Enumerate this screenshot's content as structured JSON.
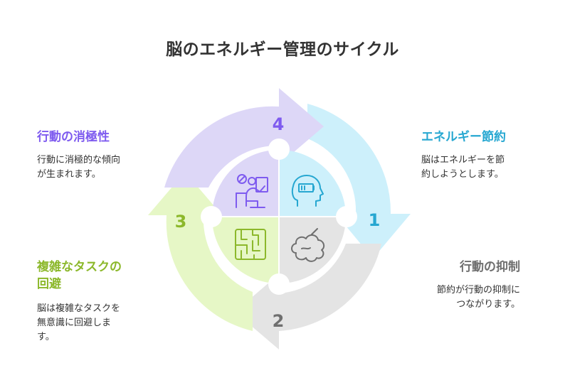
{
  "title": "脳のエネルギー管理のサイクル",
  "colors": {
    "purple": "#7e5bef",
    "blue": "#26a7d1",
    "gray": "#6f6f6f",
    "green": "#8cb82b",
    "purple_fill": "#ddd7f7",
    "blue_fill": "#cdf0fb",
    "gray_fill": "#e4e4e4",
    "green_fill": "#e6f7c6"
  },
  "steps": [
    {
      "number": "1",
      "heading": "エネルギー節約",
      "description": "脳はエネルギーを節\n約しようとします。",
      "icon": "brain-battery-icon"
    },
    {
      "number": "2",
      "heading": "行動の抑制",
      "description": "節約が行動の抑制に\nつながります。",
      "icon": "tired-brain-icon"
    },
    {
      "number": "3",
      "heading": "複雑なタスクの\n回避",
      "description": "脳は複雑なタスクを\n無意識に回避しま\nす。",
      "icon": "maze-icon"
    },
    {
      "number": "4",
      "heading": "行動の消極性",
      "description": "行動に消極的な傾向\nが生まれます。",
      "icon": "procrastination-icon"
    }
  ]
}
